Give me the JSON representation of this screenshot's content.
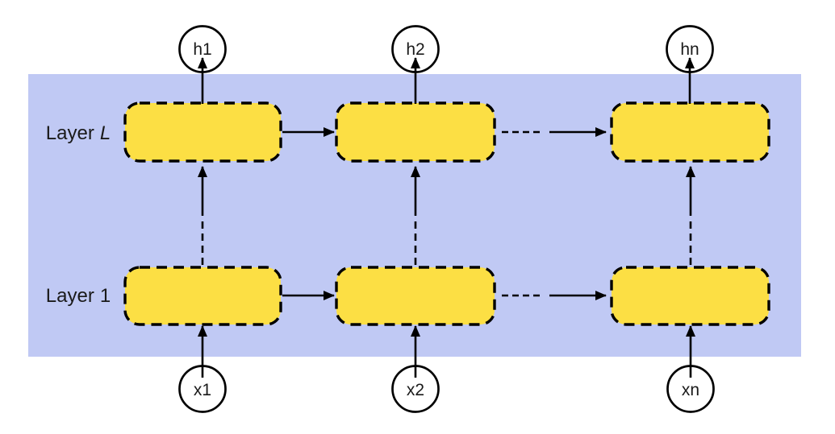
{
  "diagram": {
    "description": "stacked recurrent network: two rows of recurrent cells over a time axis",
    "colors": {
      "band_fill": "#c0c9f4",
      "cell_fill": "#fcdf44",
      "stroke": "#000000",
      "node_fill": "#ffffff"
    },
    "layer_labels": {
      "top": {
        "prefix": "Layer",
        "index": "L"
      },
      "bottom": {
        "prefix": "Layer",
        "index": "1"
      }
    },
    "outputs": [
      "h1",
      "h2",
      "hn"
    ],
    "inputs": [
      "x1",
      "x2",
      "xn"
    ]
  }
}
